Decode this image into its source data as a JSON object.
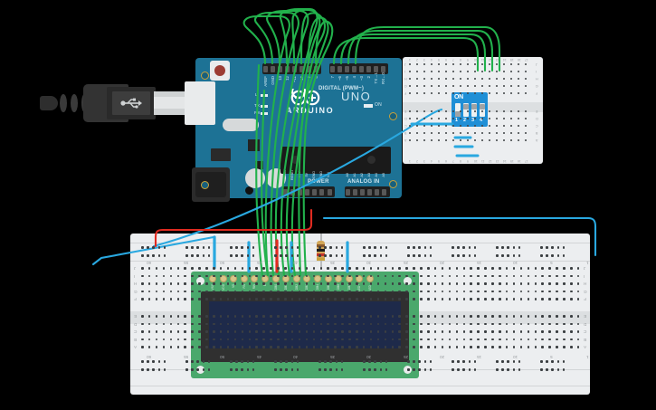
{
  "scene": {
    "title": "Arduino UNO circuit with 16x2 LCD, DIP switch and breadboards",
    "background_color": "#000000"
  },
  "board": {
    "name": "ARDUINO",
    "model": "UNO",
    "pcb_color": "#1d7295",
    "power_led_label": "ON",
    "status_leds": [
      "L",
      "TX",
      "RX"
    ],
    "digital_header_label": "DIGITAL (PWM~)",
    "power_header_label": "POWER",
    "analog_header_label": "ANALOG IN",
    "digital_pins_left": [
      "AREF",
      "GND",
      "13",
      "12",
      "~11",
      "~10",
      "~9",
      "8"
    ],
    "digital_pins_right": [
      "7",
      "~6",
      "~5",
      "4",
      "~3",
      "2",
      "TX→1",
      "RX←0"
    ],
    "power_pins": [
      "IOREF",
      "RESET",
      "3.3V",
      "5V",
      "GND",
      "GND",
      "VIN"
    ],
    "analog_pins": [
      "A0",
      "A1",
      "A2",
      "A3",
      "A4",
      "A5"
    ],
    "reset_button": "RESET",
    "usb_icon": "usb-icon"
  },
  "lcd": {
    "type": "LCD 16x2",
    "pcb_color": "#4aa86c",
    "screen_color": "#1e2a4a",
    "screen_text": "",
    "pins": [
      "VSS",
      "VDD",
      "V0",
      "RS",
      "RW",
      "E",
      "DB0",
      "DB1",
      "DB2",
      "DB3",
      "DB4",
      "DB5",
      "DB6",
      "DB7",
      "LED+",
      "LED-"
    ]
  },
  "dip_switch": {
    "label": "ON",
    "body_color": "#1f8fd6",
    "positions": [
      "1",
      "2",
      "3",
      "4"
    ],
    "states": [
      "on",
      "off",
      "off",
      "off"
    ]
  },
  "breadboard_main": {
    "columns": [
      "1",
      "5",
      "10",
      "15",
      "20",
      "25",
      "30",
      "35",
      "40",
      "45",
      "50",
      "55",
      "60"
    ],
    "row_letters_top": [
      "J",
      "I",
      "H",
      "G",
      "F"
    ],
    "row_letters_bottom": [
      "E",
      "D",
      "C",
      "B",
      "A"
    ],
    "rail_plus": "+",
    "rail_minus": "-"
  },
  "breadboard_mini": {
    "columns": [
      "1",
      "2",
      "3",
      "4",
      "5",
      "6",
      "7",
      "8",
      "9",
      "10",
      "11",
      "12",
      "13",
      "14",
      "15",
      "16",
      "17"
    ],
    "row_letters_top": [
      "J",
      "I",
      "H",
      "G",
      "F"
    ],
    "row_letters_bottom": [
      "E",
      "D",
      "C",
      "B",
      "A"
    ]
  },
  "resistor": {
    "bands": [
      "#8a5a2b",
      "#1a1a1a",
      "#c8342a",
      "#c9a23a"
    ],
    "body_color": "#d2a657"
  },
  "wires": {
    "green": "#22b14c",
    "blue": "#29a8e0",
    "red": "#e02b20",
    "count_green": 14,
    "count_blue": 6,
    "count_red": 1
  },
  "usb_cable": {
    "icon": "usb-icon",
    "connector_color": "#2a2a2a"
  }
}
